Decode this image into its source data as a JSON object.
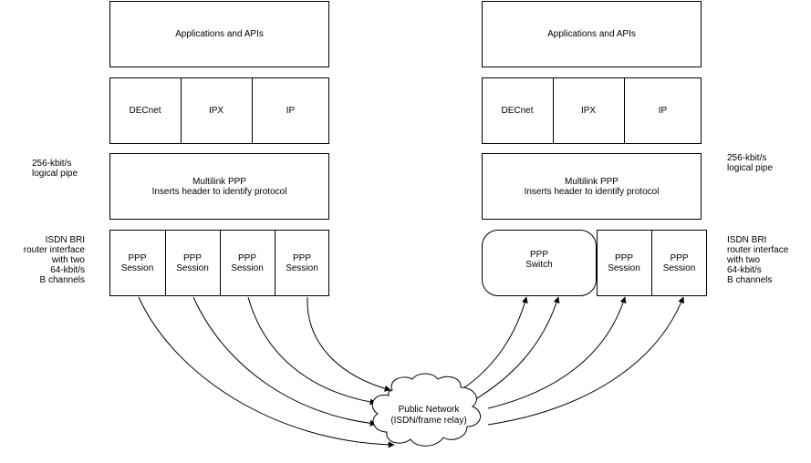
{
  "left_stack": {
    "applications": "Applications and APIs",
    "protocols": [
      "DECnet",
      "IPX",
      "IP"
    ],
    "multilink": {
      "line1": "Multilink PPP",
      "line2": "Inserts header to identify protocol"
    },
    "sessions": [
      {
        "line1": "PPP",
        "line2": "Session"
      },
      {
        "line1": "PPP",
        "line2": "Session"
      },
      {
        "line1": "PPP",
        "line2": "Session"
      },
      {
        "line1": "PPP",
        "line2": "Session"
      }
    ]
  },
  "right_stack": {
    "applications": "Applications and APIs",
    "protocols": [
      "DECnet",
      "IPX",
      "IP"
    ],
    "multilink": {
      "line1": "Multilink PPP",
      "line2": "Inserts header to identify protocol"
    },
    "switch": {
      "line1": "PPP",
      "line2": "Switch"
    },
    "sessions": [
      {
        "line1": "PPP",
        "line2": "Session"
      },
      {
        "line1": "PPP",
        "line2": "Session"
      }
    ]
  },
  "side_labels": {
    "pipe_left": [
      "256-kbit/s",
      "logical pipe"
    ],
    "pipe_right": [
      "256-kbit/s",
      "logical pipe"
    ],
    "isdn_left": [
      "ISDN BRI",
      "router interface",
      "with two",
      "64-kbit/s",
      "B channels"
    ],
    "isdn_right": [
      "ISDN BRI",
      "router interface",
      "with two",
      "64-kbit/s",
      "B channels"
    ]
  },
  "cloud": {
    "line1": "Public Network",
    "line2": "(ISDN/frame relay)"
  }
}
